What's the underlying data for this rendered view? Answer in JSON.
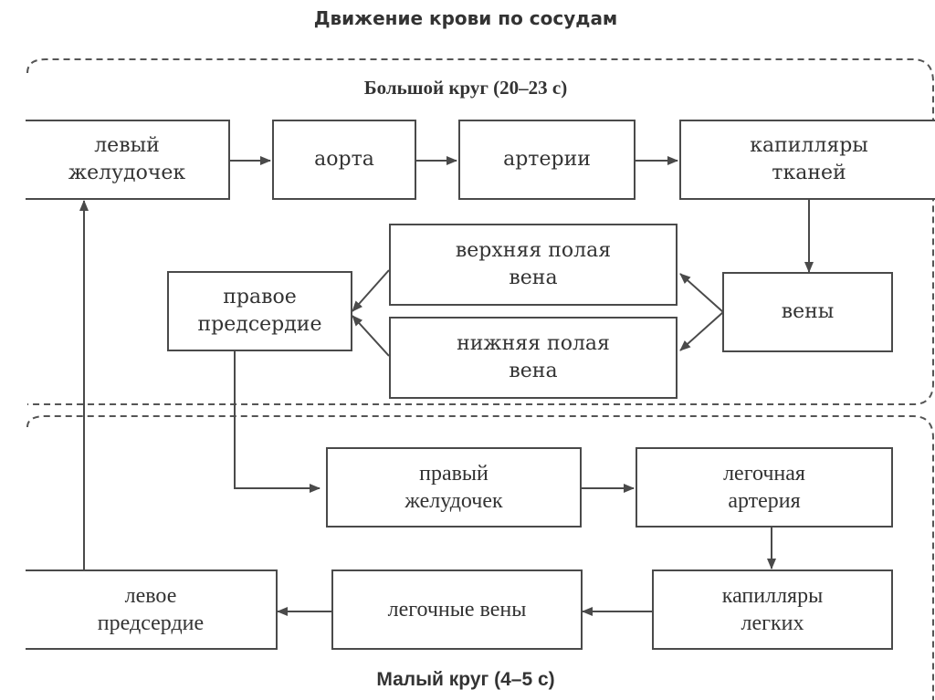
{
  "title": "Движение крови по сосудам",
  "systemic": {
    "label": "Большой круг (20–23 с)",
    "nodes": {
      "left_ventricle": "левый\nжелудочек",
      "aorta": "аорта",
      "arteries": "артерии",
      "tissue_capillaries": "капилляры\nтканей",
      "veins": "вены",
      "superior_vena_cava": "верхняя полая\nвена",
      "inferior_vena_cava": "нижняя полая\nвена",
      "right_atrium": "правое\nпредсердие"
    }
  },
  "pulmonary": {
    "label": "Малый круг (4–5 с)",
    "nodes": {
      "right_ventricle": "правый\nжелудочек",
      "pulmonary_artery": "легочная\nартерия",
      "lung_capillaries": "капилляры\nлегких",
      "pulmonary_veins": "легочные вены",
      "left_atrium": "левое\nпредсердие"
    }
  },
  "flow": [
    [
      "left_ventricle",
      "aorta"
    ],
    [
      "aorta",
      "arteries"
    ],
    [
      "arteries",
      "tissue_capillaries"
    ],
    [
      "tissue_capillaries",
      "veins"
    ],
    [
      "veins",
      "superior_vena_cava"
    ],
    [
      "veins",
      "inferior_vena_cava"
    ],
    [
      "superior_vena_cava",
      "right_atrium"
    ],
    [
      "inferior_vena_cava",
      "right_atrium"
    ],
    [
      "right_atrium",
      "right_ventricle"
    ],
    [
      "right_ventricle",
      "pulmonary_artery"
    ],
    [
      "pulmonary_artery",
      "lung_capillaries"
    ],
    [
      "lung_capillaries",
      "pulmonary_veins"
    ],
    [
      "pulmonary_veins",
      "left_atrium"
    ],
    [
      "left_atrium",
      "left_ventricle"
    ]
  ],
  "colors": {
    "line": "#4a4a4a",
    "dash": "#555555"
  }
}
